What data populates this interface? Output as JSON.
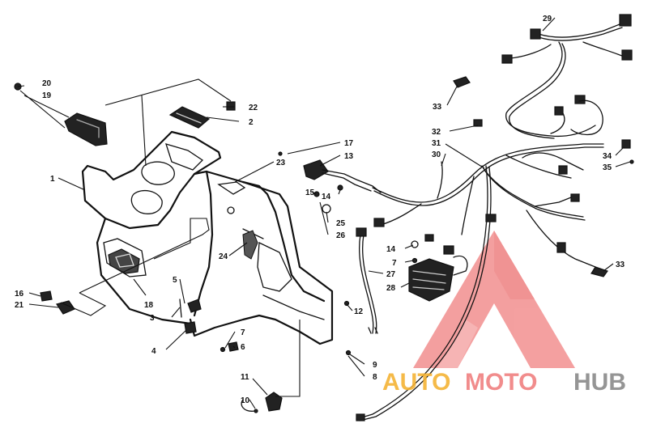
{
  "callouts": [
    {
      "id": "c20",
      "text": "20"
    },
    {
      "id": "c19",
      "text": "19"
    },
    {
      "id": "c22",
      "text": "22"
    },
    {
      "id": "c2",
      "text": "2"
    },
    {
      "id": "c1",
      "text": "1"
    },
    {
      "id": "c17",
      "text": "17"
    },
    {
      "id": "c13",
      "text": "13"
    },
    {
      "id": "c23",
      "text": "23"
    },
    {
      "id": "c15",
      "text": "15"
    },
    {
      "id": "c14a",
      "text": "14"
    },
    {
      "id": "c25",
      "text": "25"
    },
    {
      "id": "c26",
      "text": "26"
    },
    {
      "id": "c24",
      "text": "24"
    },
    {
      "id": "c16",
      "text": "16"
    },
    {
      "id": "c21",
      "text": "21"
    },
    {
      "id": "c18",
      "text": "18"
    },
    {
      "id": "c5",
      "text": "5"
    },
    {
      "id": "c3",
      "text": "3"
    },
    {
      "id": "c4",
      "text": "4"
    },
    {
      "id": "c7a",
      "text": "7"
    },
    {
      "id": "c6",
      "text": "6"
    },
    {
      "id": "c12",
      "text": "12"
    },
    {
      "id": "c9",
      "text": "9"
    },
    {
      "id": "c8",
      "text": "8"
    },
    {
      "id": "c11",
      "text": "11"
    },
    {
      "id": "c10",
      "text": "10"
    },
    {
      "id": "c29",
      "text": "29"
    },
    {
      "id": "c33a",
      "text": "33"
    },
    {
      "id": "c32",
      "text": "32"
    },
    {
      "id": "c31",
      "text": "31"
    },
    {
      "id": "c30",
      "text": "30"
    },
    {
      "id": "c34",
      "text": "34"
    },
    {
      "id": "c35",
      "text": "35"
    },
    {
      "id": "c14b",
      "text": "14"
    },
    {
      "id": "c7b",
      "text": "7"
    },
    {
      "id": "c27",
      "text": "27"
    },
    {
      "id": "c28",
      "text": "28"
    },
    {
      "id": "c33b",
      "text": "33"
    }
  ],
  "watermark": {
    "part1": "AUTO",
    "part2": "MOTO",
    "part3": "HUB",
    "color_orange": "#f5b335",
    "color_red": "#f08080",
    "color_gray": "#8a8a8a"
  }
}
